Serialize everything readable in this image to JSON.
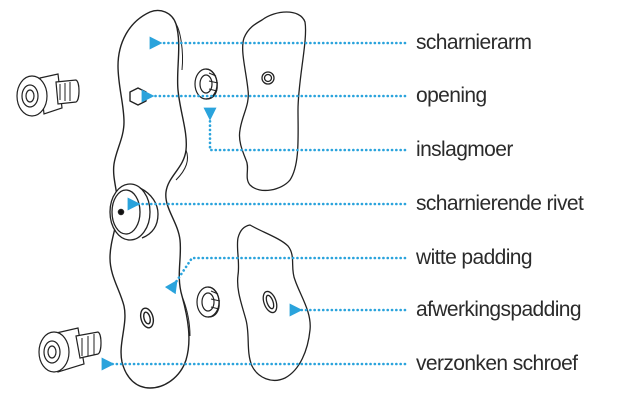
{
  "colors": {
    "leader": "#2aa3dc",
    "outline": "#222222",
    "part_fill": "#ffffff"
  },
  "labels": [
    {
      "id": "hinge-arm",
      "text": "scharnierarm"
    },
    {
      "id": "opening",
      "text": "opening"
    },
    {
      "id": "insert-nut",
      "text": "inslagmoer"
    },
    {
      "id": "hinge-rivet",
      "text": "scharnierende rivet"
    },
    {
      "id": "white-padding",
      "text": "witte padding"
    },
    {
      "id": "finishing-padding",
      "text": "afwerkingspadding"
    },
    {
      "id": "countersunk-screw",
      "text": "verzonken schroef"
    }
  ]
}
